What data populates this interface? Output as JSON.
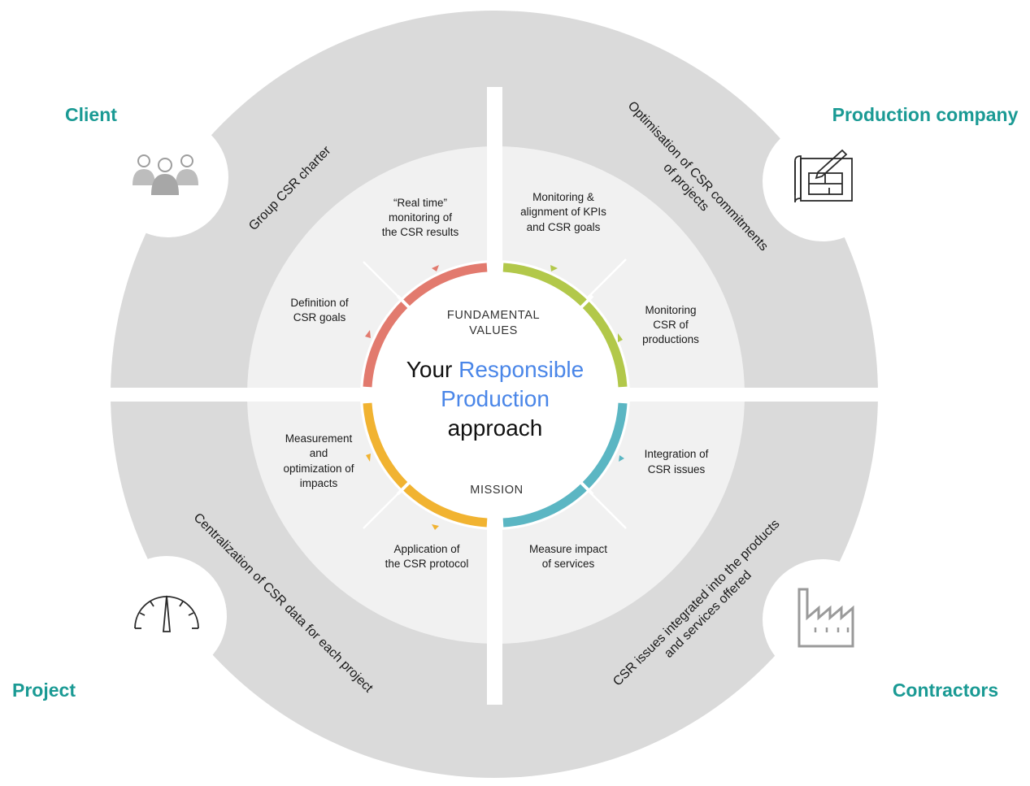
{
  "corners": {
    "client": "Client",
    "production_company": "Production company",
    "project": "Project",
    "contractors": "Contractors"
  },
  "outer_ring": {
    "top_left": "Group CSR charter",
    "top_right_line1": "Optimisation of CSR commitments",
    "top_right_line2": "of projects",
    "bottom_left": "Centralization of CSR data for each project",
    "bottom_right_line1": "CSR issues integrated into the products",
    "bottom_right_line2": "and services offered"
  },
  "inner_ring": {
    "real_time": [
      "“Real time”",
      "monitoring of",
      "the CSR results"
    ],
    "monitoring_kpis": [
      "Monitoring &",
      "alignment of KPIs",
      "and CSR goals"
    ],
    "definition": [
      "Definition of",
      "CSR goals"
    ],
    "monitoring_csr": [
      "Monitoring",
      "CSR of",
      "productions"
    ],
    "measurement": [
      "Measurement",
      "and",
      "optimization of",
      "impacts"
    ],
    "integration": [
      "Integration of",
      "CSR issues"
    ],
    "application": [
      "Application of",
      "the CSR protocol"
    ],
    "measure_impact": [
      "Measure impact",
      "of services"
    ]
  },
  "center": {
    "top_line1": "FUNDAMENTAL",
    "top_line2": "VALUES",
    "title_your": "Your",
    "title_responsible": "Responsible",
    "title_production": "Production",
    "title_approach": "approach",
    "bottom": "MISSION"
  },
  "icons": {
    "client": "people-group-icon",
    "production_company": "blueprint-pencil-icon",
    "project": "gauge-icon",
    "contractors": "factory-icon"
  },
  "colors": {
    "outer_ring": "#dadada",
    "inner_disc": "#f1f1f1",
    "corner_label": "#1a9a94",
    "arc_red": "#e27a6e",
    "arc_green": "#b2c84a",
    "arc_teal": "#5bb6c3",
    "arc_yellow": "#f1b331",
    "blue_text": "#4a86e8"
  }
}
